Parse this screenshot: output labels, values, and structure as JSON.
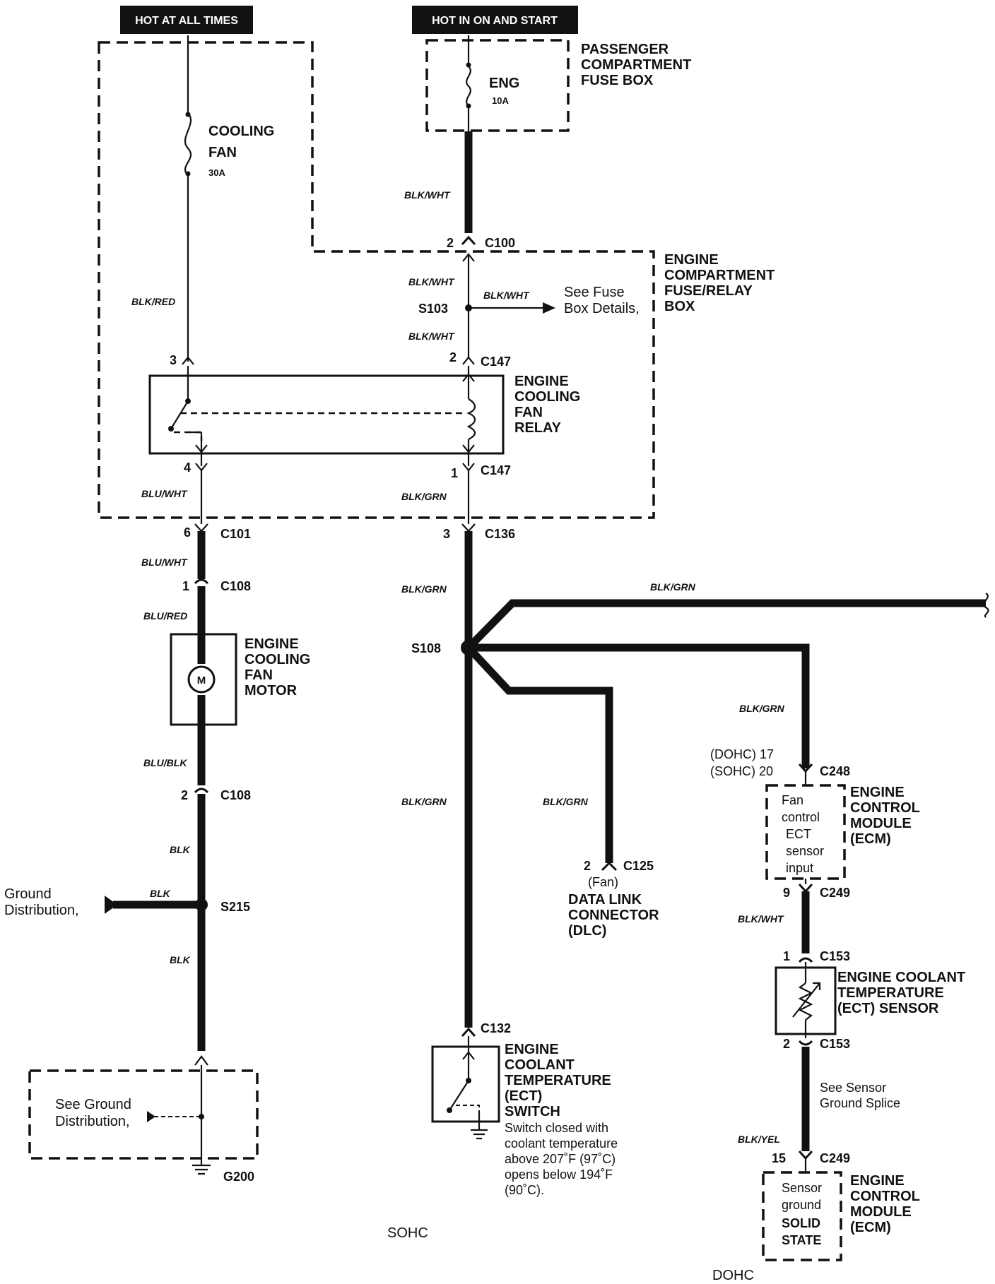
{
  "power": {
    "hot_at_all_times": "HOT AT ALL TIMES",
    "hot_in_on_and_start": "HOT IN ON AND START"
  },
  "fuses": {
    "cooling_fan_line1": "COOLING",
    "cooling_fan_line2": "FAN",
    "cooling_fan_rating": "30A",
    "eng_label": "ENG",
    "eng_rating": "10A"
  },
  "boxes": {
    "passenger_line1": "PASSENGER",
    "passenger_line2": "COMPARTMENT",
    "passenger_line3": "FUSE BOX",
    "engine_comp_line1": "ENGINE",
    "engine_comp_line2": "COMPARTMENT",
    "engine_comp_line3": "FUSE/RELAY",
    "engine_comp_line4": "BOX"
  },
  "components": {
    "relay_line1": "ENGINE",
    "relay_line2": "COOLING",
    "relay_line3": "FAN",
    "relay_line4": "RELAY",
    "motor_line1": "ENGINE",
    "motor_line2": "COOLING",
    "motor_line3": "FAN",
    "motor_line4": "MOTOR",
    "motor_symbol": "M",
    "ect_switch_line1": "ENGINE",
    "ect_switch_line2": "COOLANT",
    "ect_switch_line3": "TEMPERATURE",
    "ect_switch_line4": "(ECT)",
    "ect_switch_line5": "SWITCH",
    "ect_note_line1": "Switch closed with",
    "ect_note_line2": "coolant temperature",
    "ect_note_line3": "above 207˚F (97˚C)",
    "ect_note_line4": "opens below 194˚F",
    "ect_note_line5": "(90˚C).",
    "dlc_fan": "(Fan)",
    "dlc_line1": "DATA LINK",
    "dlc_line2": "CONNECTOR",
    "dlc_line3": "(DLC)",
    "ecm_line1": "ENGINE",
    "ecm_line2": "CONTROL",
    "ecm_line3": "MODULE",
    "ecm_line4": "(ECM)",
    "ecm_in_line1": "Fan",
    "ecm_in_line2": "control",
    "ecm_in_line3": "ECT",
    "ecm_in_line4": "sensor",
    "ecm_in_line5": "input",
    "ect_sensor_line1": "ENGINE COOLANT",
    "ect_sensor_line2": "TEMPERATURE",
    "ect_sensor_line3": "(ECT) SENSOR",
    "sensor_ground_line1": "See Sensor",
    "sensor_ground_line2": "Ground Splice",
    "ecm2_in_line1": "Sensor",
    "ecm2_in_line2": "ground",
    "ecm2_in_line3": "SOLID",
    "ecm2_in_line4": "STATE",
    "see_fuse_line1": "See Fuse",
    "see_fuse_line2": "Box Details,",
    "ground_dist_line1": "Ground",
    "ground_dist_line2": "Distribution,",
    "see_ground_line1": "See Ground",
    "see_ground_line2": "Distribution,"
  },
  "wires": {
    "blk_red": "BLK/RED",
    "blk_wht_top": "BLK/WHT",
    "blk_wht_a": "BLK/WHT",
    "blk_wht_b": "BLK/WHT",
    "blk_wht_c": "BLK/WHT",
    "blu_wht_a": "BLU/WHT",
    "blk_grn_a": "BLK/GRN",
    "blu_wht_b": "BLU/WHT",
    "blu_red": "BLU/RED",
    "blk_grn_b": "BLK/GRN",
    "blk_grn_top": "BLK/GRN",
    "blu_blk": "BLU/BLK",
    "blk_grn_ecm": "BLK/GRN",
    "blk_grn_dlc": "BLK/GRN",
    "blk_grn_ect": "BLK/GRN",
    "blk_1": "BLK",
    "blk_2": "BLK",
    "blk_3": "BLK",
    "blk_wht_ecm": "BLK/WHT",
    "blk_yel": "BLK/YEL"
  },
  "connectors": {
    "c100_pin": "2",
    "c100": "C100",
    "s103": "S103",
    "c147_top_pin_left": "3",
    "c147_top_pin_right": "2",
    "c147_top": "C147",
    "c147_bot_pin_left": "4",
    "c147_bot_pin_right": "1",
    "c147_bot": "C147",
    "c101_pin": "6",
    "c101": "C101",
    "c136_pin": "3",
    "c136": "C136",
    "c108_a_pin": "1",
    "c108_a": "C108",
    "s108": "S108",
    "c108_b_pin": "2",
    "c108_b": "C108",
    "c248_dohc": "(DOHC) 17",
    "c248_sohc": "(SOHC) 20",
    "c248": "C248",
    "c125_pin": "2",
    "c125": "C125",
    "c249_a_pin": "9",
    "c249_a": "C249",
    "s215": "S215",
    "c153_a_pin": "1",
    "c153_a": "C153",
    "c132": "C132",
    "c153_b_pin": "2",
    "c153_b": "C153",
    "c249_b_pin": "15",
    "c249_b": "C249",
    "g200": "G200"
  },
  "footer": {
    "sohc": "SOHC",
    "dohc": "DOHC"
  }
}
